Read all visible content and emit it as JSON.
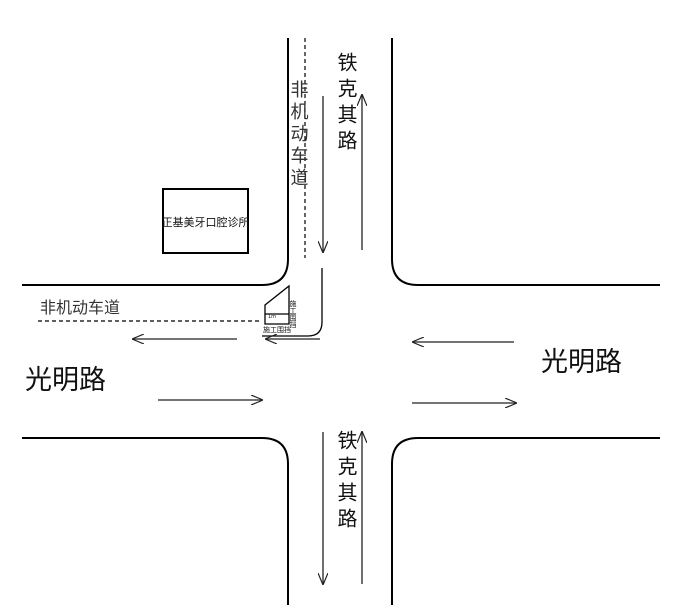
{
  "roads": {
    "vertical_top": "铁克其路",
    "vertical_bottom": "铁克其路",
    "horizontal_left": "光明路",
    "horizontal_right": "光明路"
  },
  "lanes": {
    "non_motor_vertical": "非机动车道",
    "non_motor_horizontal": "非机动车道"
  },
  "building": {
    "name": "正基美牙口腔诊所"
  },
  "construction": {
    "sign_1": "施工围挡",
    "sign_2": "施工围挡",
    "small_mark": "1m"
  },
  "colors": {
    "line": "#000000",
    "arrow": "#222222",
    "background": "#ffffff"
  }
}
